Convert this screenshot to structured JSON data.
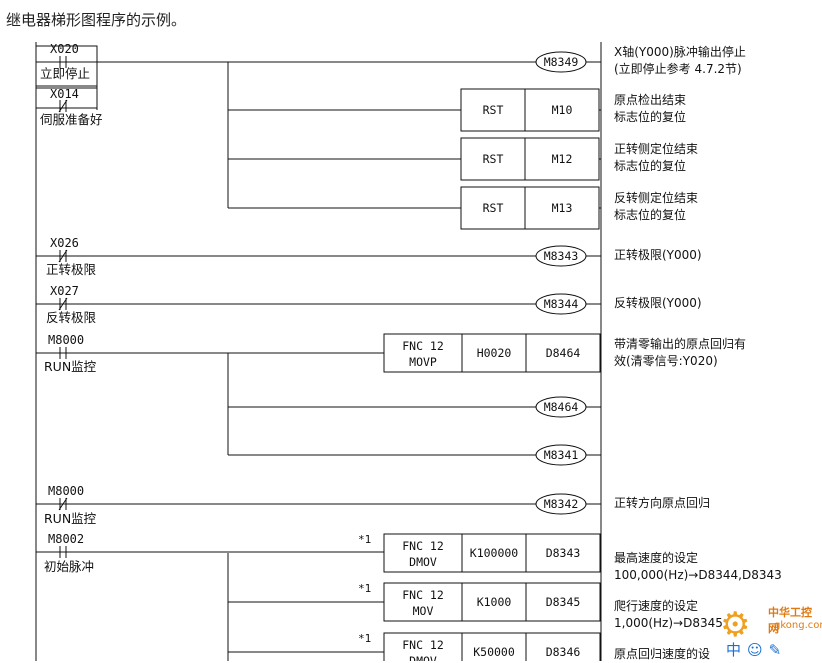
{
  "page": {
    "title": "继电器梯形图程序的示例。"
  },
  "contacts": [
    {
      "id": "X020",
      "label": "X020",
      "desc": "立即停止"
    },
    {
      "id": "X014",
      "label": "X014",
      "desc": "伺服准备好"
    },
    {
      "id": "X026",
      "label": "X026",
      "desc": "正转极限"
    },
    {
      "id": "X027",
      "label": "X027",
      "desc": "反转极限"
    },
    {
      "id": "M8000a",
      "label": "M8000",
      "desc": "RUN监控"
    },
    {
      "id": "M8000b",
      "label": "M8000",
      "desc": "RUN监控"
    },
    {
      "id": "M8002",
      "label": "M8002",
      "desc": "初始脉冲"
    }
  ],
  "coils": [
    "M8349",
    "M8343",
    "M8344",
    "M8464",
    "M8341",
    "M8342"
  ],
  "instructions": [
    {
      "id": "rst1",
      "op": [
        "RST"
      ],
      "args": [
        "M10"
      ]
    },
    {
      "id": "rst2",
      "op": [
        "RST"
      ],
      "args": [
        "M12"
      ]
    },
    {
      "id": "rst3",
      "op": [
        "RST"
      ],
      "args": [
        "M13"
      ]
    },
    {
      "id": "movp",
      "op": [
        "FNC 12",
        "MOVP"
      ],
      "args": [
        "H0020",
        "D8464"
      ]
    },
    {
      "id": "dmov1",
      "op": [
        "FNC 12",
        "DMOV"
      ],
      "args": [
        "K100000",
        "D8343"
      ],
      "mark": "*1"
    },
    {
      "id": "mov2",
      "op": [
        "FNC 12",
        "MOV"
      ],
      "args": [
        "K1000",
        "D8345"
      ],
      "mark": "*1"
    },
    {
      "id": "dmov3",
      "op": [
        "FNC 12",
        "DMOV"
      ],
      "args": [
        "K50000",
        "D8346"
      ],
      "mark": "*1"
    }
  ],
  "comments": [
    [
      "X轴(Y000)脉冲输出停止",
      "(立即停止参考 4.7.2节)"
    ],
    [
      "原点检出结束",
      "标志位的复位"
    ],
    [
      "正转侧定位结束",
      "标志位的复位"
    ],
    [
      "反转侧定位结束",
      "标志位的复位"
    ],
    [
      "正转极限(Y000)"
    ],
    [
      "反转极限(Y000)"
    ],
    [
      "带清零输出的原点回归有",
      "效(清零信号:Y020)"
    ],
    [
      "正转方向原点回归"
    ],
    [
      "最高速度的设定",
      "100,000(Hz)→D8344,D8343"
    ],
    [
      "爬行速度的设定",
      "1,000(Hz)→D8345"
    ],
    [
      "原点回归速度的设"
    ]
  ],
  "watermark": {
    "brand": "中华工控网",
    "url": "gkong.com"
  },
  "taskbar": [
    "中",
    "☺",
    "✎"
  ]
}
